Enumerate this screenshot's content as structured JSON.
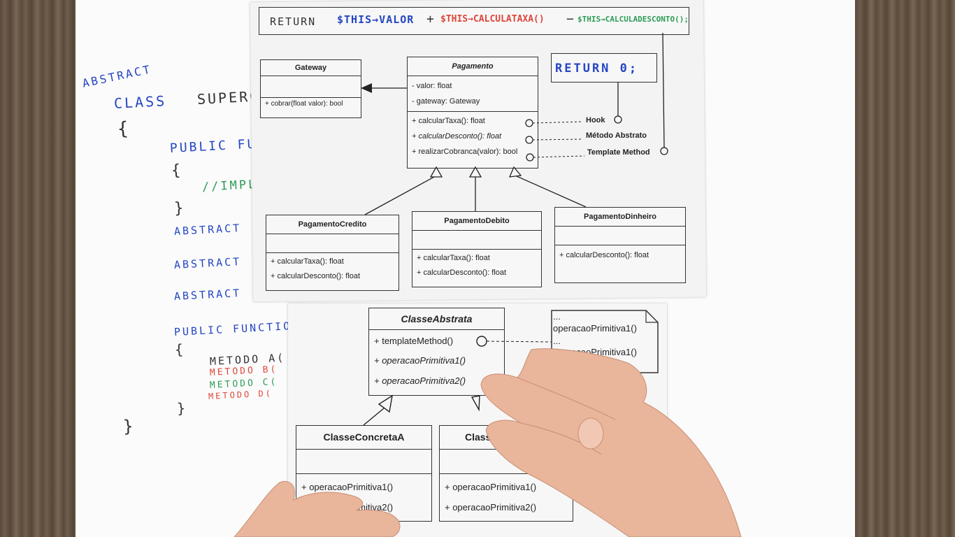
{
  "board": {
    "handwriting": {
      "abstract": "ABSTRACT",
      "class_kw": "CLASS",
      "class_name": "SUPERC",
      "brace_open": "{",
      "public_fn_1": "PUBLIC FU",
      "inner_brace_open": "{",
      "comment_impl": "//IMPL",
      "inner_brace_close": "}",
      "abstract_1": "ABSTRACT",
      "abstract_2": "ABSTRACT",
      "abstract_3": "ABSTRACT",
      "public_fn_2": "PUBLIC FUNCTIO",
      "inner_brace_open_2": "{",
      "metodo_a": "METODO A(",
      "metodo_b": "METODO B(",
      "metodo_c": "METODO C(",
      "metodo_d": "METODO D(",
      "inner_brace_close_2": "}",
      "brace_close": "}"
    }
  },
  "top_paper": {
    "return_code": {
      "return_kw": "RETURN",
      "this_valor": "$THIS→VALOR",
      "plus": "+",
      "this_calcula_taxa": "$THIS→CALCULATAXA()",
      "minus": "−",
      "this_calcula_desconto": "$THIS→CALCULADESCONTO();"
    },
    "return_zero": "RETURN 0;",
    "gateway": {
      "name": "Gateway",
      "methods": [
        "+ cobrar(float valor): bool"
      ]
    },
    "pagamento": {
      "name": "Pagamento",
      "attributes": [
        "- valor: float",
        "- gateway: Gateway"
      ],
      "methods": [
        "+ calcularTaxa(): float",
        "+ calcularDesconto(): float",
        "+ realizarCobranca(valor): bool"
      ]
    },
    "annotations": [
      "Hook",
      "Método Abstrato",
      "Template Method"
    ],
    "pagamento_credito": {
      "name": "PagamentoCredito",
      "methods": [
        "+ calcularTaxa(): float",
        "+ calcularDesconto(): float"
      ]
    },
    "pagamento_debito": {
      "name": "PagamentoDebito",
      "methods": [
        "+ calcularTaxa(): float",
        "+ calcularDesconto(): float"
      ]
    },
    "pagamento_dinheiro": {
      "name": "PagamentoDinheiro",
      "methods": [
        "+ calcularDesconto(): float"
      ]
    }
  },
  "bottom_paper": {
    "classe_abstrata": {
      "name": "ClasseAbstrata",
      "methods": [
        "+ templateMethod()",
        "+ operacaoPrimitiva1()",
        "+ operacaoPrimitiva2()"
      ]
    },
    "note": {
      "lines": [
        "...",
        "operacaoPrimitiva1()",
        "...",
        "operacaoPrimitiva1()"
      ]
    },
    "classe_concreta_a": {
      "name": "ClasseConcretaA",
      "methods": [
        "+ operacaoPrimitiva1()",
        "+ operacaoPrimitiva2()"
      ]
    },
    "classe_concreta_b": {
      "name": "ClasseCo",
      "methods": [
        "+ operacaoPrimitiva1()",
        "+ operacaoPrimitiva2()"
      ]
    }
  },
  "colors": {
    "ink_blue": "#2446c4",
    "ink_green": "#2e9c58",
    "ink_red": "#e0463a",
    "skin": "#e9b59b"
  }
}
